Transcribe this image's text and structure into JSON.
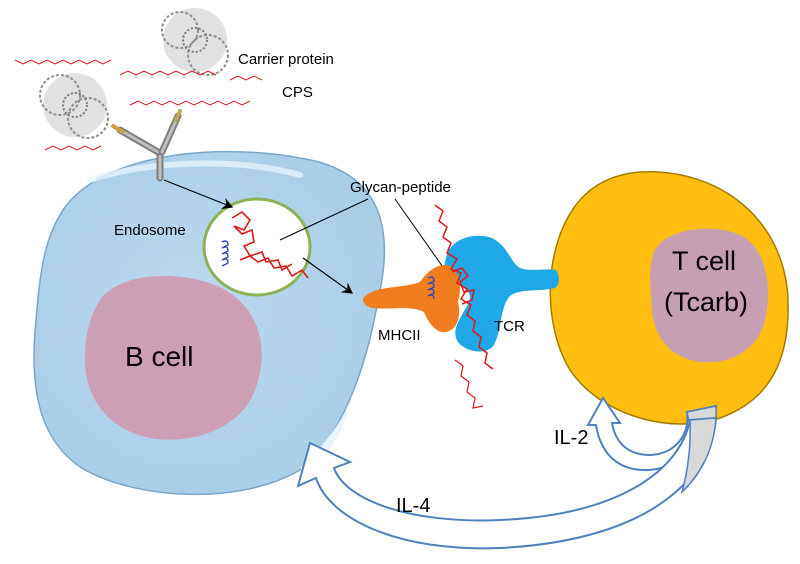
{
  "labels": {
    "carrier_protein": "Carrier protein",
    "cps": "CPS",
    "glycan_peptide": "Glycan-peptide",
    "endosome": "Endosome",
    "mhcii": "MHCII",
    "tcr": "TCR",
    "b_cell": "B cell",
    "t_cell_line1": "T cell",
    "t_cell_line2": "(Tcarb)",
    "il2": "IL-2",
    "il4": "IL-4"
  },
  "colors": {
    "b_cell_body": "#b3d4ea",
    "b_cell_nucleus": "#cc9fb4",
    "t_cell_body": "#ffbe10",
    "t_cell_nucleus": "#c69fb2",
    "endosome_border": "#8db054",
    "mhcii": "#f07d1e",
    "tcr": "#1fa8e8",
    "glycan": "#e01818",
    "peptide": "#3344bb",
    "arrow_outline": "#4f81bd",
    "arrow_fill_il2": "#d9d9d9",
    "protein": "#9a9a9a"
  },
  "icons": [
    "carrier-protein-icon",
    "antibody-icon",
    "glycan-chain-icon",
    "peptide-helix-icon"
  ]
}
